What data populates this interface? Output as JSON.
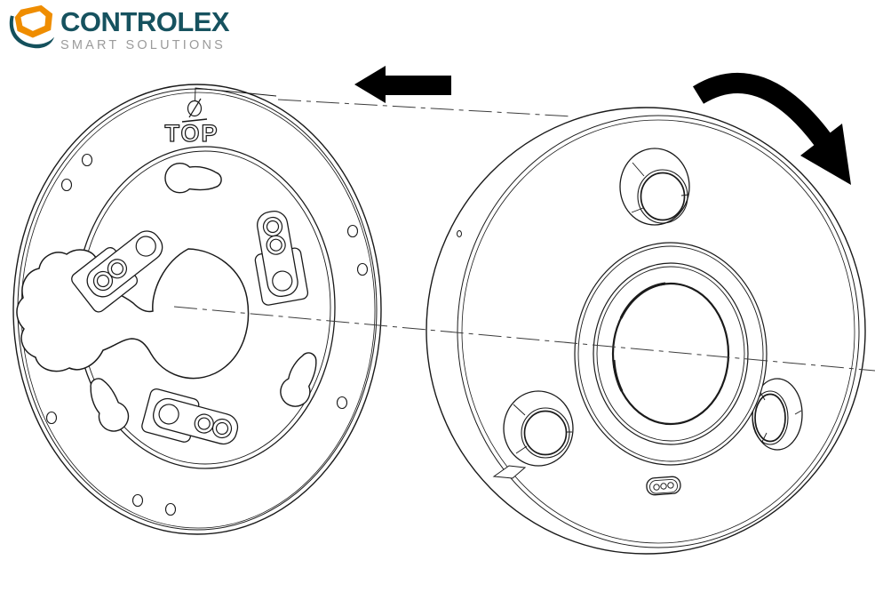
{
  "page": {
    "background": "#ffffff"
  },
  "logo": {
    "brand": "CONTROLEX",
    "tagline": "SMART SOLUTIONS",
    "brand_color": "#16525f",
    "tagline_color": "#9b9b9b",
    "icon_ring_color": "#ef8d00",
    "icon_swoosh_color": "#14505c"
  },
  "diagram": {
    "plate_label": "TOP",
    "line_color": "#1a1a1a",
    "centerline_color": "#3c3c3c",
    "arrow_color": "#000000",
    "parts": {
      "left": "mounting-plate-rear-view",
      "right": "round-device-back-view"
    },
    "annotations": {
      "push_direction": "arrow-left-icon",
      "rotation_direction": "rotate-clockwise-icon",
      "screw_position": "screw-position-icon"
    }
  }
}
